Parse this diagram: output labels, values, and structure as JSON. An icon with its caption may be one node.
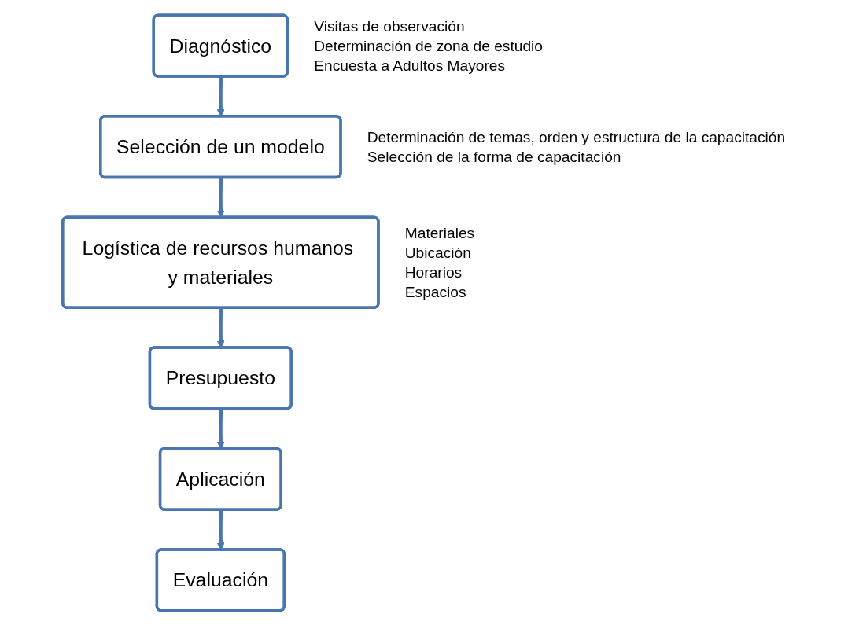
{
  "diagram": {
    "nodes": [
      {
        "text": [
          "Diagnóstico"
        ],
        "beside": [
          "Visitas de observación",
          "Determinación de zona de estudio",
          "Encuesta a Adultos Mayores"
        ]
      },
      {
        "text": [
          "Selección de un modelo"
        ],
        "beside": [
          "Determinación de temas, orden y estructura de la capacitación",
          "Selección de la forma de capacitación"
        ]
      },
      {
        "text": [
          "Logística de recursos humanos y materiales"
        ],
        "beside": [
          "Materiales",
          "Ubicación",
          "Horarios",
          "Espacios"
        ]
      },
      {
        "text": [
          "Presupuesto"
        ]
      },
      {
        "text": [
          "Aplicación"
        ]
      },
      {
        "text": [
          "Evaluación"
        ]
      }
    ],
    "edges": [
      {
        "from": 0,
        "to": 1,
        "arrow": "to"
      },
      {
        "from": 1,
        "to": 2,
        "arrow": "to"
      },
      {
        "from": 2,
        "to": 3,
        "arrow": "to"
      },
      {
        "from": 3,
        "to": 4,
        "arrow": "to"
      },
      {
        "from": 4,
        "to": 5,
        "arrow": "to"
      }
    ]
  }
}
